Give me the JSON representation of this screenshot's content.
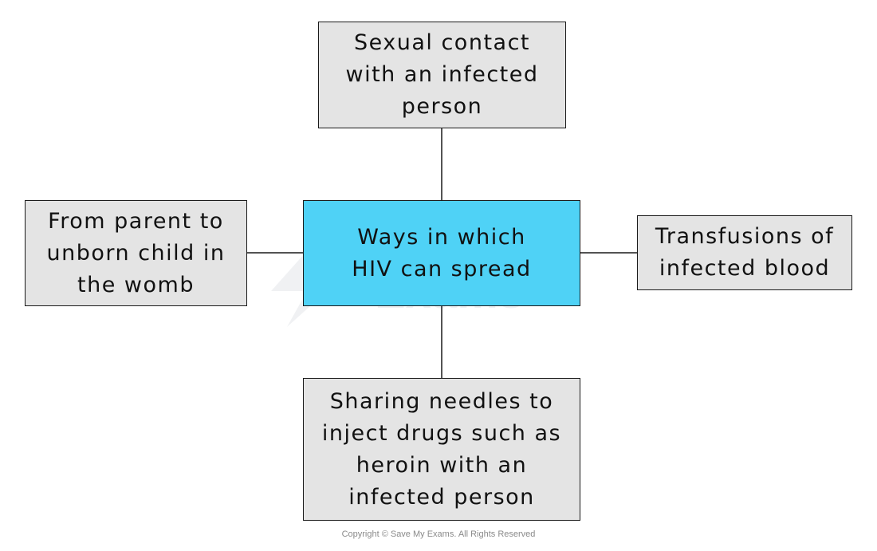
{
  "diagram": {
    "center": {
      "lines": [
        "Ways in which",
        "HIV can spread"
      ],
      "color": "#4fd2f6"
    },
    "nodes": {
      "top": {
        "lines": [
          "Sexual contact",
          "with an infected",
          "person"
        ]
      },
      "left": {
        "lines": [
          "From parent to",
          "unborn child in",
          "the womb"
        ]
      },
      "right": {
        "lines": [
          "Transfusions of",
          "infected blood"
        ]
      },
      "bottom": {
        "lines": [
          "Sharing needles to",
          "inject drugs such as",
          "heroin with an",
          "infected person"
        ]
      }
    },
    "node_color": "#e4e4e4"
  },
  "watermark": {
    "text": "Save My\nExams"
  },
  "footer": {
    "copyright": "Copyright © Save My Exams. All Rights Reserved"
  }
}
